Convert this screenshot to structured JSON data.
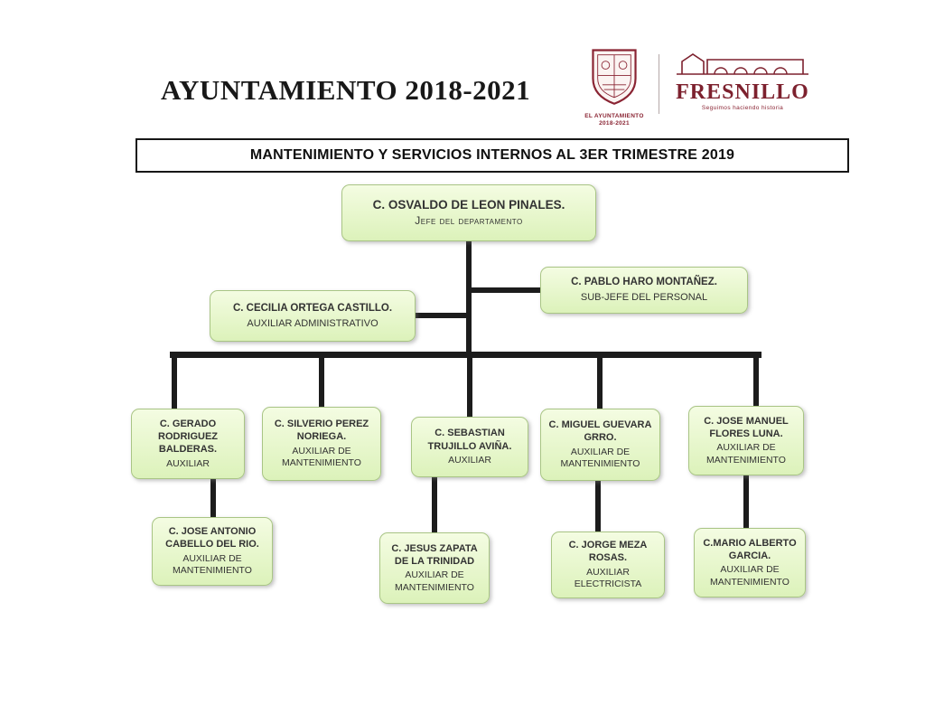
{
  "header": {
    "title": "AYUNTAMIENTO 2018-2021",
    "crest_caption_line1": "EL AYUNTAMIENTO",
    "crest_caption_line2": "2018-2021",
    "fresnillo_wordmark": "FRESNILLO",
    "fresnillo_tagline": "Seguimos haciendo historia"
  },
  "banner": {
    "text": "MANTENIMIENTO Y SERVICIOS INTERNOS AL 3ER TRIMESTRE 2019"
  },
  "org": {
    "nodes": {
      "jefe": {
        "name": "C. OSVALDO DE LEON PINALES.",
        "title": "Jefe del departamento"
      },
      "subjefe": {
        "name": "C. PABLO HARO MONTAÑEZ.",
        "title": "SUB-JEFE DEL PERSONAL"
      },
      "auxadmin": {
        "name": "C. CECILIA ORTEGA CASTILLO.",
        "title": "AUXILIAR ADMINISTRATIVO"
      },
      "aux1": {
        "name": "C. GERADO RODRIGUEZ BALDERAS.",
        "title": "AUXILIAR"
      },
      "aux2": {
        "name": "C. SILVERIO PEREZ NORIEGA.",
        "title": "AUXILIAR DE MANTENIMIENTO"
      },
      "aux3": {
        "name": "C. SEBASTIAN TRUJILLO AVIÑA.",
        "title": "AUXILIAR"
      },
      "aux4": {
        "name": "C. MIGUEL GUEVARA GRRO.",
        "title": "AUXILIAR DE MANTENIMIENTO"
      },
      "aux5": {
        "name": "C. JOSE MANUEL FLORES LUNA.",
        "title": "AUXILIAR DE MANTENIMIENTO"
      },
      "sub1": {
        "name": "C. JOSE ANTONIO CABELLO DEL RIO.",
        "title": "AUXILIAR DE MANTENIMIENTO"
      },
      "sub2": {
        "name": "C. JESUS ZAPATA DE LA TRINIDAD",
        "title": "AUXILIAR DE MANTENIMIENTO"
      },
      "sub3": {
        "name": "C. JORGE MEZA ROSAS.",
        "title": "AUXILIAR ELECTRICISTA"
      },
      "sub4": {
        "name": "C.MARIO ALBERTO GARCIA.",
        "title": "AUXILIAR DE MANTENIMIENTO"
      }
    },
    "edges": [
      "jefe-subjefe",
      "jefe-auxadmin",
      "jefe-aux1",
      "jefe-aux2",
      "jefe-aux3",
      "jefe-aux4",
      "jefe-aux5",
      "aux1-sub1",
      "aux3-sub2",
      "aux4-sub3",
      "aux5-sub4"
    ]
  },
  "colors": {
    "box_fill_top": "#f4fce2",
    "box_fill_bottom": "#dcf2ba",
    "box_border": "#a9c585",
    "connector": "#1c1c1c",
    "brand_maroon": "#7d212e"
  }
}
